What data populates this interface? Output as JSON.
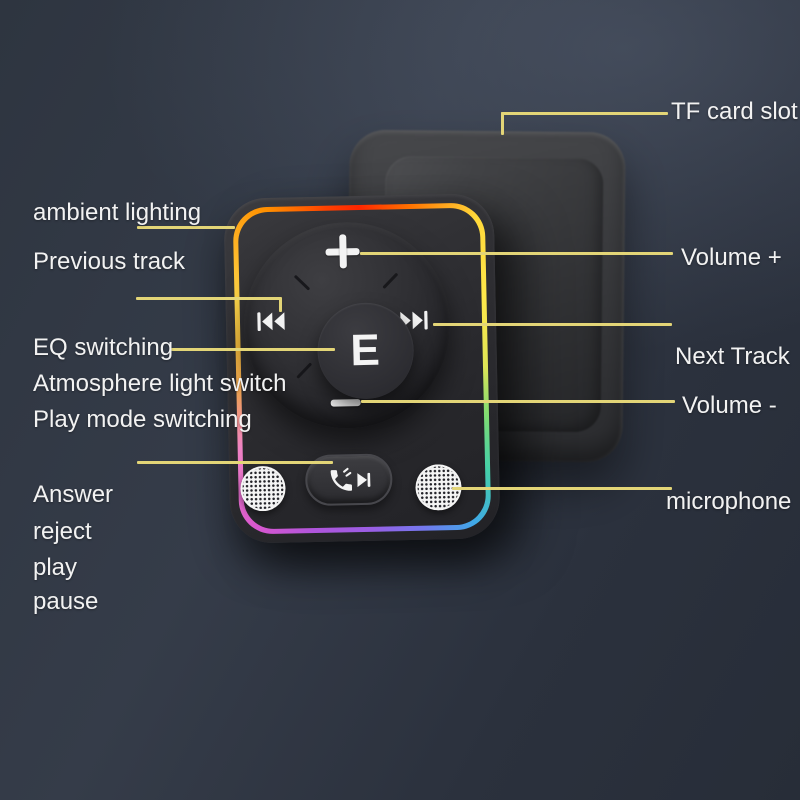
{
  "labels": {
    "left": [
      "ambient lighting",
      "Previous track",
      "EQ switching",
      "Atmosphere light switch",
      "Play mode switching",
      "Answer",
      "reject",
      "play",
      "pause"
    ],
    "right": [
      "TF card slot",
      "Volume +",
      "Next Track",
      "Volume -",
      "microphone"
    ]
  },
  "device": {
    "center_button": "E",
    "icons": {
      "volume_up": "plus-icon",
      "volume_down": "minus-icon",
      "previous_track": "prev-track-icon",
      "next_track": "next-track-icon",
      "call": "phone-handset-icon",
      "play_pause": "play-pause-icon",
      "speaker": "speaker-grille",
      "microphone": "mic-grille",
      "ambient_ring": "rgb-light-ring"
    }
  },
  "colors": {
    "background_top": "#353c49",
    "background_bottom": "#272d38",
    "leader_line": "#e3d577",
    "label_text": "#f2f2f2",
    "panel_body": "#2c2c30",
    "back_body": "#3e3f42",
    "rgb_ring": [
      "#ff2600",
      "#ffd83a",
      "#dfe556",
      "#7fdc72",
      "#3fa9e8",
      "#9a5ee4",
      "#d957cf",
      "#ef83c3",
      "#f2a455",
      "#ffd84a",
      "#ff9000"
    ]
  }
}
